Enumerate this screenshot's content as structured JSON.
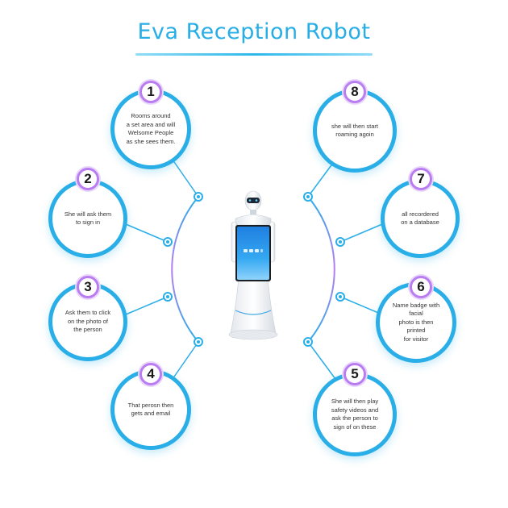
{
  "title": "Eva Reception Robot",
  "steps": [
    {
      "number": "1",
      "text": "Rooms around\na set area and will\nWelsome People\nas she sees them."
    },
    {
      "number": "2",
      "text": "She will ask them\nto sign in"
    },
    {
      "number": "3",
      "text": "Ask them to click\non the photo of\nthe person"
    },
    {
      "number": "4",
      "text": "That perosn then\ngets and email"
    },
    {
      "number": "5",
      "text": "She will then play\nsafety videos and\nask the person to\nsign of on these"
    },
    {
      "number": "6",
      "text": "Name badge with\nfacial\nphoto is then printed\nfor visitor"
    },
    {
      "number": "7",
      "text": "all recordered\non a database"
    },
    {
      "number": "8",
      "text": "she will then start\nroaming agoin"
    }
  ],
  "colors": {
    "accent": "#29aee8",
    "badge": "#b97cf1",
    "title": "#27aee6"
  }
}
